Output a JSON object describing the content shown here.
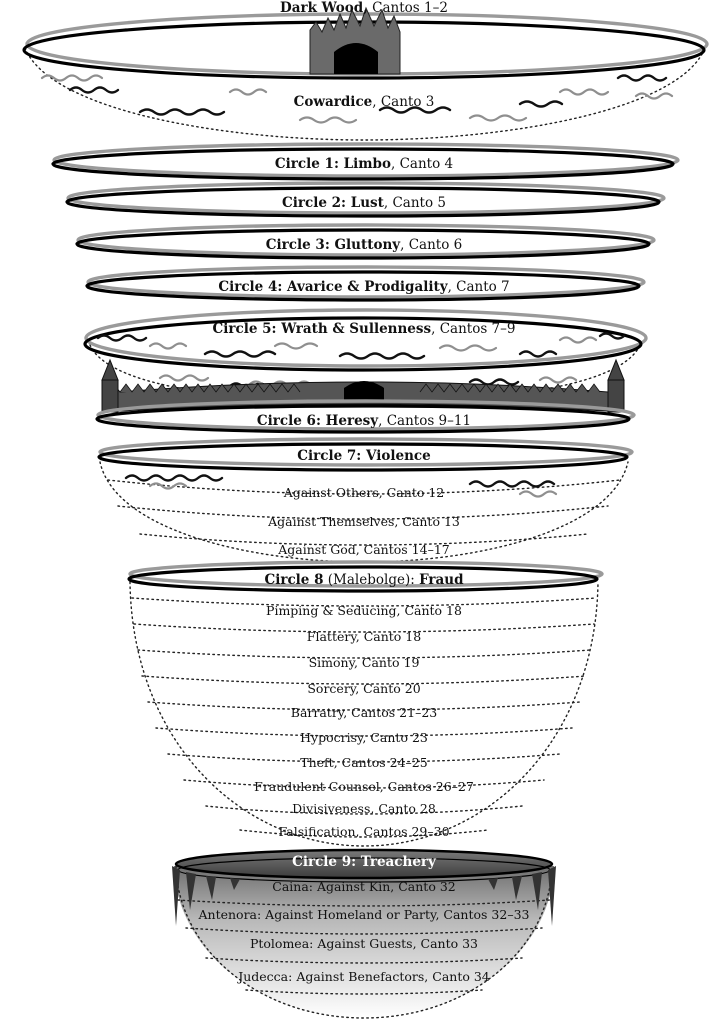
{
  "title": {
    "bold": "Dark Wood,",
    "rest": " Cantos 1–2"
  },
  "levels": [
    {
      "key": "cowardice",
      "bold": "Cowardice",
      "rest": ", Canto 3"
    },
    {
      "key": "circle1",
      "bold": "Circle 1: Limbo",
      "rest": ", Canto 4"
    },
    {
      "key": "circle2",
      "bold": "Circle 2: Lust",
      "rest": ", Canto 5"
    },
    {
      "key": "circle3",
      "bold": "Circle 3: Gluttony",
      "rest": ", Canto 6"
    },
    {
      "key": "circle4",
      "bold": "Circle 4: Avarice & Prodigality",
      "rest": ", Canto 7"
    },
    {
      "key": "circle5",
      "bold": "Circle 5: Wrath & Sullenness",
      "rest": ", Cantos 7–9"
    },
    {
      "key": "circle6",
      "bold": "Circle 6: Heresy",
      "rest": ", Cantos 9–11"
    },
    {
      "key": "circle7",
      "bold": "Circle 7: Violence",
      "rest": ""
    }
  ],
  "circle7_rings": [
    "Against Others, Canto 12",
    "Against Themselves, Canto 13",
    "Against God, Cantos 14–17"
  ],
  "circle8": {
    "bold_a": "Circle 8",
    "rest": " (Malebolge): ",
    "bold_b": "Fraud"
  },
  "circle8_rings": [
    "Pimping & Seducing, Canto 18",
    "Flattery, Canto 18",
    "Simony, Canto 19",
    "Sorcery, Canto 20",
    "Barratry, Cantos 21–23",
    "Hypocrisy, Canto 23",
    "Theft, Cantos 24–25",
    "Fraudulent Counsel, Cantos 26–27",
    "Divisiveness, Canto 28",
    "Falsification, Cantos 29–30"
  ],
  "circle9": {
    "bold": "Circle 9: Treachery"
  },
  "circle9_rings": [
    "Caina: Against Kin, Canto 32",
    "Antenora: Against Homeland or Party, Cantos 32–33",
    "Ptolomea: Against Guests, Canto 33",
    "Judecca: Against Benefactors, Canto 34"
  ],
  "colors": {
    "ink": "#000000",
    "grey": "#9a9a9a",
    "dark_grey": "#4a4a4a",
    "ice": "#555555"
  }
}
